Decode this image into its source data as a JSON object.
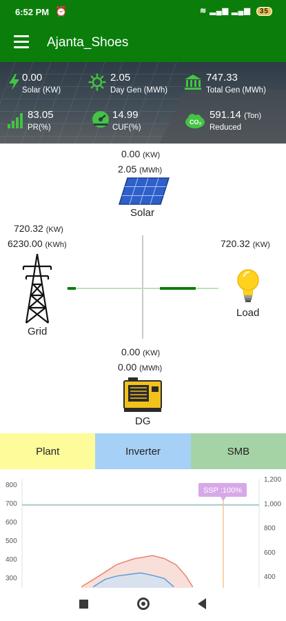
{
  "status_bar": {
    "time": "6:52 PM",
    "battery": "35"
  },
  "app_bar": {
    "title": "Ajanta_Shoes"
  },
  "stats": {
    "solar": {
      "value": "0.00",
      "label": "Solar (KW)"
    },
    "day_gen": {
      "value": "2.05",
      "label": "Day Gen (MWh)"
    },
    "total_gen": {
      "value": "747.33",
      "label": "Total Gen (MWh)"
    },
    "pr": {
      "value": "83.05",
      "label": "PR(%)"
    },
    "cuf": {
      "value": "14.99",
      "label": "CUF(%)"
    },
    "reduced": {
      "value": "591.14",
      "unit": "(Ton)",
      "label": "Reduced"
    }
  },
  "flow": {
    "solar": {
      "power": "0.00",
      "power_unit": "(KW)",
      "energy": "2.05",
      "energy_unit": "(MWh)",
      "label": "Solar"
    },
    "grid": {
      "power": "720.32",
      "power_unit": "(KW)",
      "energy": "6230.00",
      "energy_unit": "(KWh)",
      "label": "Grid"
    },
    "load": {
      "power": "720.32",
      "power_unit": "(KW)",
      "label": "Load"
    },
    "dg": {
      "power": "0.00",
      "power_unit": "(KW)",
      "energy": "0.00",
      "energy_unit": "(MWh)",
      "label": "DG"
    }
  },
  "tabs": [
    {
      "label": "Plant",
      "color": "#fdfb9a"
    },
    {
      "label": "Inverter",
      "color": "#a7d0f7"
    },
    {
      "label": "SMB",
      "color": "#a5d3a5"
    }
  ],
  "colors": {
    "brand": "#0b7d0b",
    "flow_line": "#0b7d0b"
  },
  "chart_data": {
    "type": "area",
    "left_ticks": [
      "800",
      "700",
      "600",
      "500",
      "400",
      "300"
    ],
    "right_ticks": [
      "1,200",
      "1,000",
      "800",
      "600",
      "400"
    ],
    "ylim_left": [
      250,
      800
    ],
    "ylim_right": [
      350,
      1200
    ],
    "reference_line": {
      "axis": "left",
      "value": 690
    },
    "annotation": "SSP :100%",
    "series": [
      {
        "color": "#e8836e",
        "fill": "#f7d7cf",
        "x": [
          0.25,
          0.32,
          0.4,
          0.47,
          0.55,
          0.6,
          0.65,
          0.69,
          0.72
        ],
        "y": [
          250,
          305,
          370,
          400,
          418,
          402,
          368,
          310,
          250
        ]
      },
      {
        "color": "#5b9bd5",
        "fill": "#cfe2f3",
        "x": [
          0.3,
          0.35,
          0.4,
          0.44,
          0.5,
          0.55,
          0.6,
          0.64
        ],
        "y": [
          250,
          290,
          308,
          315,
          325,
          312,
          295,
          250
        ]
      }
    ]
  }
}
